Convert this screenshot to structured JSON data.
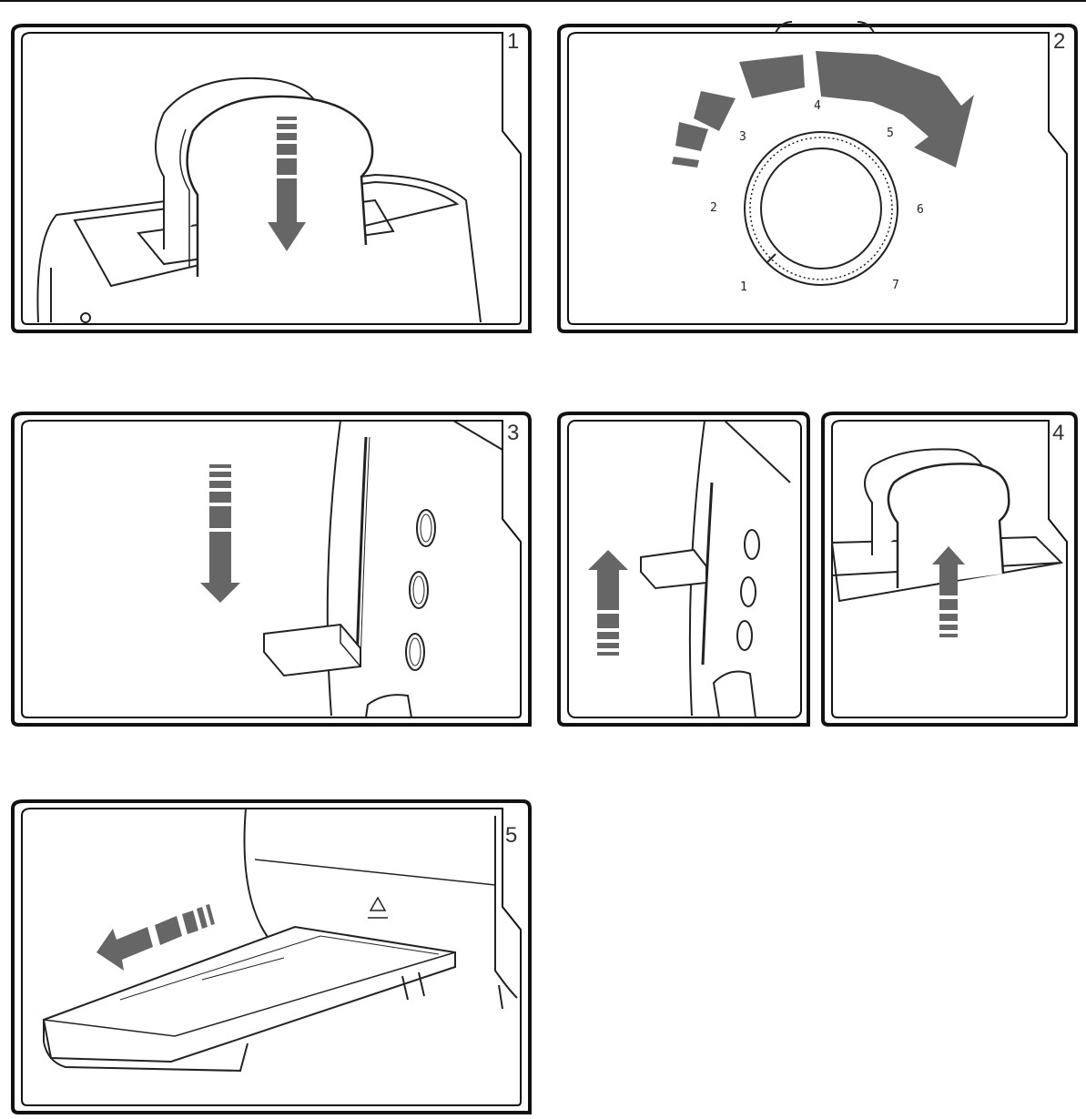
{
  "panels": [
    {
      "number": "1"
    },
    {
      "number": "2",
      "dial_labels": [
        "1",
        "2",
        "3",
        "4",
        "5",
        "6",
        "7"
      ]
    },
    {
      "number": "3"
    },
    {
      "number": "4"
    },
    {
      "number": "5"
    }
  ],
  "colors": {
    "frame": "#111111",
    "arrow": "#666666",
    "line": "#222222"
  },
  "icons": [
    "down-arrow-icon",
    "up-arrow-icon",
    "curved-arrow-icon",
    "left-arrow-icon",
    "eject-triangle-icon"
  ]
}
